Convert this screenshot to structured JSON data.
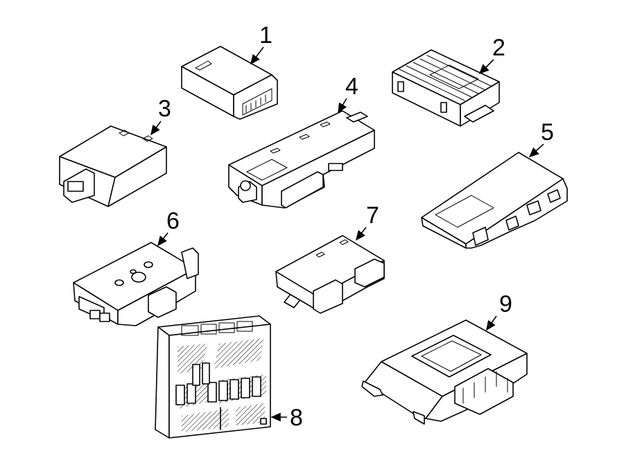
{
  "callouts": [
    {
      "id": 1,
      "label": "1"
    },
    {
      "id": 2,
      "label": "2"
    },
    {
      "id": 3,
      "label": "3"
    },
    {
      "id": 4,
      "label": "4"
    },
    {
      "id": 5,
      "label": "5"
    },
    {
      "id": 6,
      "label": "6"
    },
    {
      "id": 7,
      "label": "7"
    },
    {
      "id": 8,
      "label": "8"
    },
    {
      "id": 9,
      "label": "9"
    }
  ],
  "colors": {
    "line": "#000000",
    "background": "#ffffff"
  }
}
